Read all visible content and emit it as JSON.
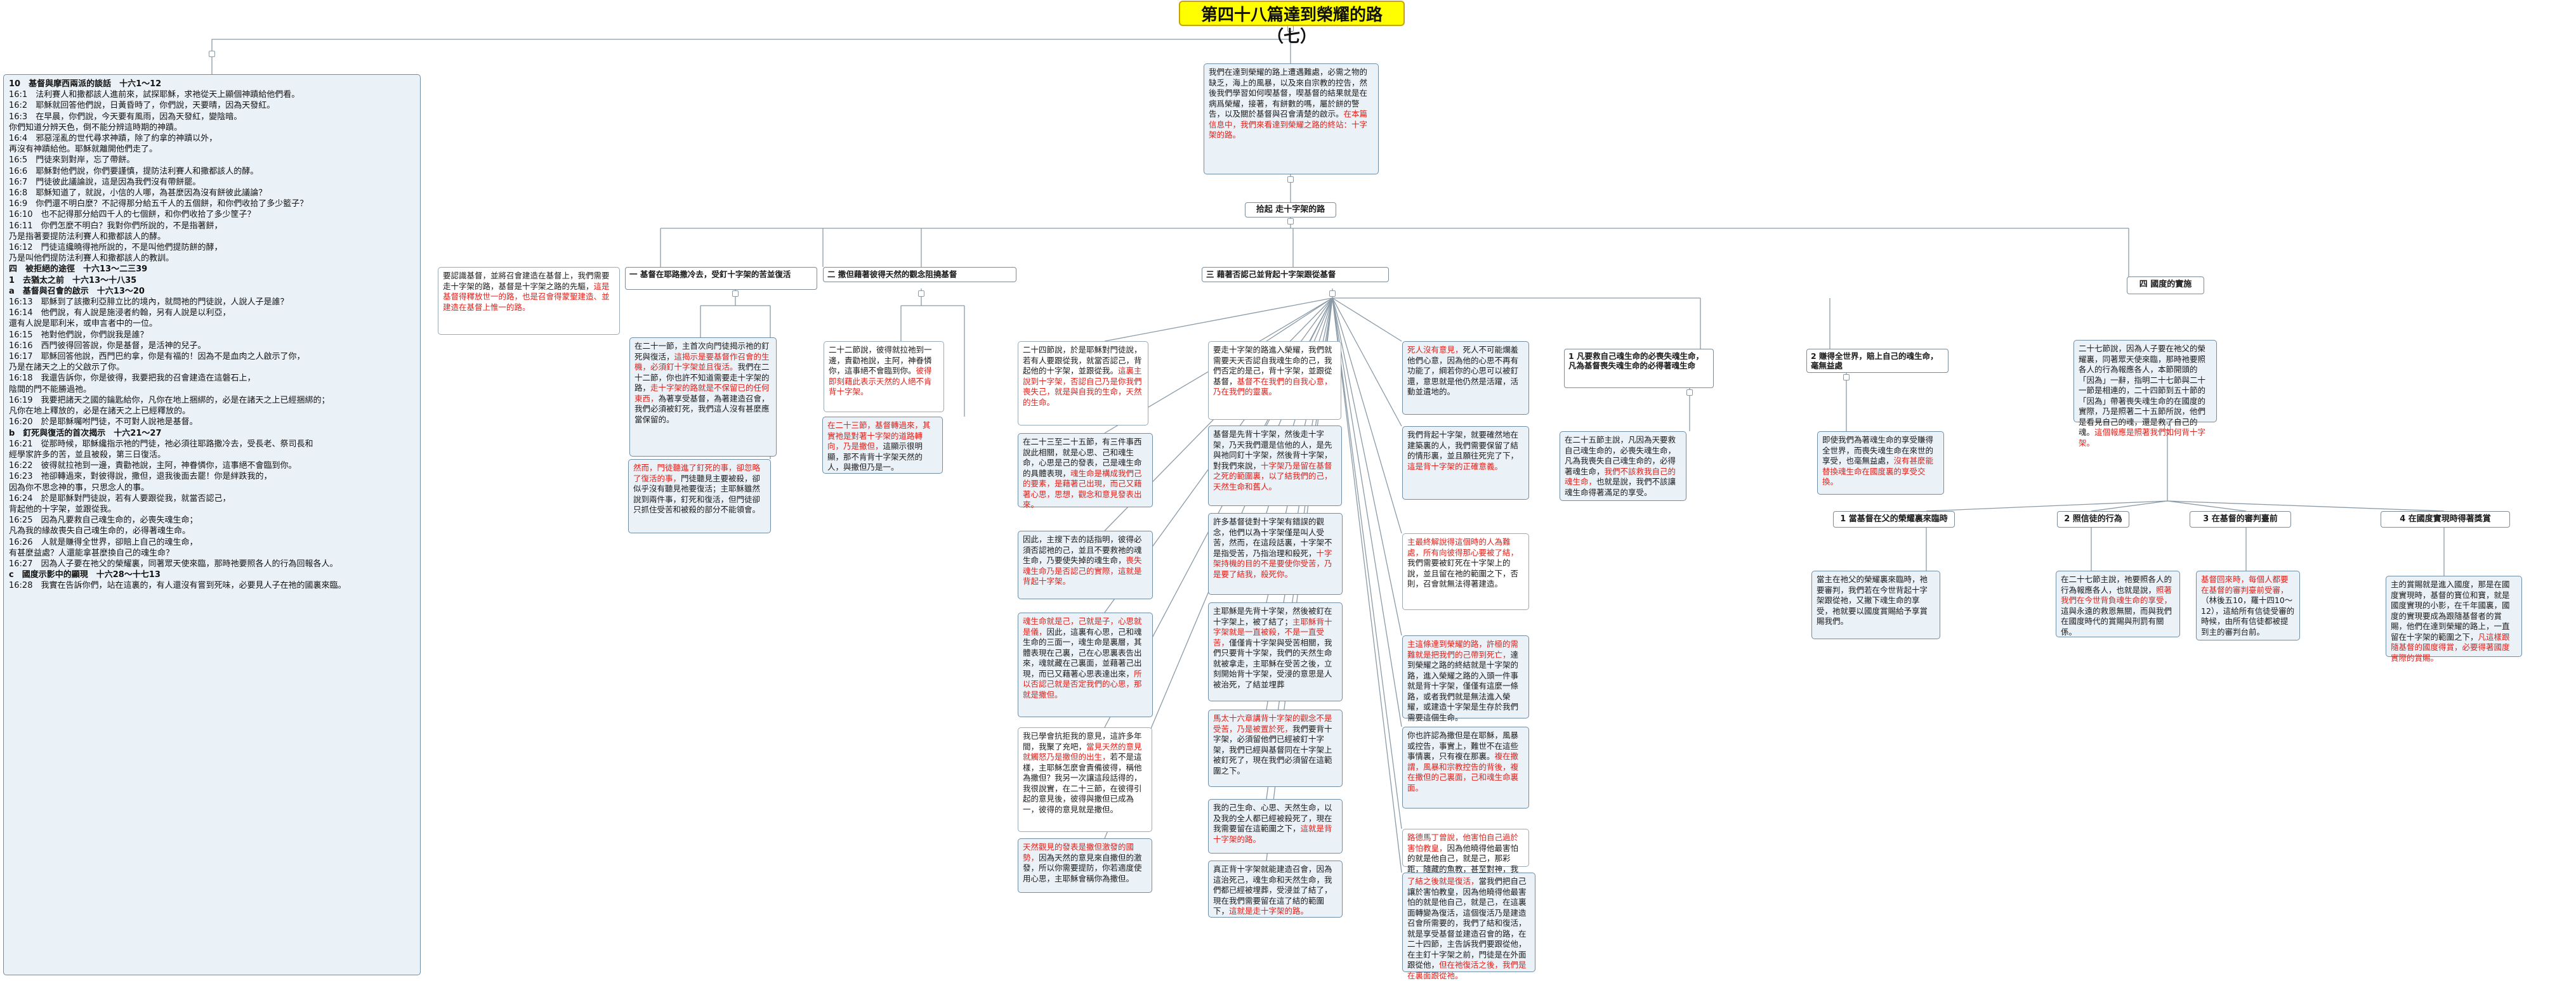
{
  "title": "第四十八篇達到榮耀的路（七）",
  "passage": {
    "lines": [
      {
        "text": "10　基督與摩西兩派的談話　十六1～12",
        "bold": true
      },
      {
        "text": "16:1　法利賽人和撒都該人進前來，試探耶穌，求祂從天上顯個神蹟給他們看。"
      },
      {
        "text": "16:2　耶穌就回答他們說，日黃昏時了，你們說，天要晴，因為天發紅。"
      },
      {
        "text": "16:3　在早晨，你們說，今天要有風雨，因為天發紅，變陰暗。"
      },
      {
        "text": "你們知道分辨天色，倒不能分辨這時期的神蹟。"
      },
      {
        "text": "16:4　邪惡淫亂的世代尋求神蹟，除了約拿的神蹟以外，"
      },
      {
        "text": "再沒有神蹟給他。耶穌就離開他們走了。"
      },
      {
        "text": "16:5　門徒來到對岸，忘了帶餅。"
      },
      {
        "text": "16:6　耶穌對他們說，你們要謹慎，提防法利賽人和撒都該人的酵。"
      },
      {
        "text": "16:7　門徒彼此議論說，這是因為我們沒有帶餅罷。"
      },
      {
        "text": "16:8　耶穌知道了，就說，小信的人哪，為甚麼因為沒有餅彼此議論？"
      },
      {
        "text": "16:9　你們還不明白麼？不記得那分給五千人的五個餅，和你們收拾了多少籃子？"
      },
      {
        "text": "16:10　也不記得那分給四千人的七個餅，和你們收拾了多少筐子？"
      },
      {
        "text": "16:11　你們怎麼不明白？我對你們所說的，不是指著餅，"
      },
      {
        "text": "乃是指著要提防法利賽人和撒都該人的酵。"
      },
      {
        "text": "16:12　門徒這纔曉得祂所說的，不是叫他們提防餅的酵，"
      },
      {
        "text": "乃是叫他們提防法利賽人和撒都該人的教訓。"
      },
      {
        "text": "四　被拒絕的途徑　十六13～二三39",
        "bold": true
      },
      {
        "text": "1　去猶太之前　十六13～十八35",
        "bold": true
      },
      {
        "text": "a　基督與召會的啟示　十六13～20",
        "bold": true
      },
      {
        "text": "16:13　耶穌到了該撒利亞腓立比的境內，就問祂的門徒說，人說人子是誰？"
      },
      {
        "text": "16:14　他們說，有人說是施浸者約翰，另有人說是以利亞，"
      },
      {
        "text": "還有人說是耶利米，或申言者中的一位。"
      },
      {
        "text": "16:15　祂對他們說，你們說我是誰？"
      },
      {
        "text": "16:16　西門彼得回答說，你是基督，是活神的兒子。"
      },
      {
        "text": "16:17　耶穌回答他說，西門巴約拿，你是有福的！因為不是血肉之人啟示了你，"
      },
      {
        "text": "乃是在諸天之上的父啟示了你。"
      },
      {
        "text": "16:18　我還告訴你，你是彼得，我要把我的召會建造在這磐石上，"
      },
      {
        "text": "陰間的門不能勝過祂。"
      },
      {
        "text": "16:19　我要把諸天之國的鑰匙給你，凡你在地上捆綁的，必是在諸天之上已經捆綁的；"
      },
      {
        "text": "凡你在地上釋放的，必是在諸天之上已經釋放的。"
      },
      {
        "text": "16:20　於是耶穌囑咐門徒，不可對人說祂是基督。"
      },
      {
        "text": "b　釘死與復活的首次揭示　十六21～27",
        "bold": true
      },
      {
        "text": "16:21　從那時候，耶穌纔指示祂的門徒，祂必須往耶路撒冷去，受長老、祭司長和"
      },
      {
        "text": "經學家許多的苦，並且被殺，第三日復活。"
      },
      {
        "text": "16:22　彼得就拉祂到一邊，責勸祂說，主阿，神眷憐你，這事絕不會臨到你。"
      },
      {
        "text": "16:23　祂卻轉過來，對彼得說，撒但，退我後面去罷！你是絆跌我的，"
      },
      {
        "text": "因為你不思念神的事，只思念人的事。"
      },
      {
        "text": "16:24　於是耶穌對門徒說，若有人要跟從我，就當否認己，"
      },
      {
        "text": "背起他的十字架，並跟從我。"
      },
      {
        "text": "16:25　因為凡要救自己魂生命的，必喪失魂生命；"
      },
      {
        "text": "凡為我的緣故喪失自己魂生命的，必得著魂生命。"
      },
      {
        "text": "16:26　人就是賺得全世界，卻賠上自己的魂生命，"
      },
      {
        "text": "有甚麼益處？人還能拿甚麼換自己的魂生命？"
      },
      {
        "text": "16:27　因為人子要在祂父的榮耀裏，同著眾天使來臨，那時祂要照各人的行為回報各人。"
      },
      {
        "text": "c　國度示影中的顯現　十六28～十七13",
        "bold": true
      },
      {
        "text": "16:28　我實在告訴你們，站在這裏的，有人還沒有嘗到死味，必要見人子在祂的國裏來臨。"
      }
    ]
  },
  "nodes": {
    "intro": [
      {
        "t": "我們在達到榮耀的路上遭遇難處，必需之物的缺乏，海上的風暴，以及來自宗教的控告，然後我們學習如何喫基督，喫基督的結果就是在病爲榮耀，接著，有餅數的嗎，屬於餅的警告，以及關於基督與召會清楚的啟示。"
      },
      {
        "t": "在本篇信息中，我們來看達到榮耀之路的終站：十字架的路。",
        "r": true
      }
    ],
    "cross": "拾起 走十字架的路",
    "b1": [
      {
        "t": "要認識基督，並將召會建造在基督上，我們需要走十字架的路，基督是十字架之路的先驅，"
      },
      {
        "t": "這是基督得釋放世一的路，也是召會得蒙聖建造、並建造在基督上惟一的路。",
        "r": true
      }
    ],
    "h1": "一 基督在耶路撒冷去，受釘十字架的苦並復活",
    "n1a": [
      {
        "t": "在二十一節，主首次向門徒揭示祂的釘死與復活，"
      },
      {
        "t": "這揭示是要基督作召會的生機，必須釘十字架並且復活。",
        "r": true
      },
      {
        "t": "我們在二十二節，你也許不知道需要走十字架的路，"
      },
      {
        "t": "走十字架的路就是不保留已的任何東西，",
        "r": true
      },
      {
        "t": "為著享受基督，為著建造召會，我們必須被釘死，我們這人沒有甚麼應當保留的。"
      }
    ],
    "n1b": [
      {
        "t": "然而，門徒聽進了釘死的事，",
        "r": true
      },
      {
        "t": "卻忽略了復活的事，",
        "r": true
      },
      {
        "t": "門徒聽見主要被殺，卻似乎沒有聽見祂要復活；主耶穌雖然說到兩件事，釘死和復活，但門徒卻只抓住受苦和被殺的部分不能領會。"
      }
    ],
    "h2": "二 撒但藉著彼得天然的觀念阻撓基督",
    "n2a": [
      {
        "t": "二十二節說，彼得就拉祂到一邊，責勸祂說，主阿，神眷憐你，這事絕不會臨到你。"
      },
      {
        "t": "彼得即刻藉此表示天然的人絕不肯背十字架。",
        "r": true
      }
    ],
    "n2b": [
      {
        "t": "在二十三節，基督轉過來，",
        "r": true
      },
      {
        "t": "其實祂是對著十字架的道路轉向，乃是撒但，",
        "r": true
      },
      {
        "t": "這顯示很明顯，那不肯背十字架天然的人，與撒但乃是一。"
      }
    ],
    "h3": "三 藉著否認己並背起十字架跟從基督",
    "c1": [
      {
        "t": "二十四節說，於是耶穌對門徒說，若有人要跟從我，就當否認己，背起他的十字架，並跟從我。"
      },
      {
        "t": "這裏主說到十字架，否認自己乃是你我們喪失己，",
        "r": true
      },
      {
        "t": "就是與自我的生命，天然的生命。",
        "r": true
      }
    ],
    "c2": [
      {
        "t": "在二十三至二十五節，有三件事西說此相關，就是心思、己和魂生命，心思是己的發表，己是魂生命的具體表現，"
      },
      {
        "t": "魂生命是構成我們己的要素，是藉著己出現，",
        "r": true
      },
      {
        "t": "而己又藉著心思，思想，觀念和意見發表出來。",
        "r": true
      }
    ],
    "c3": [
      {
        "t": "因此，主搜下去的話指明，彼得必須否認祂的己，並且不要救祂的魂生命，乃要使失掉的魂生命，"
      },
      {
        "t": "喪失魂生命乃是否認己的實際，這就是背起十字架。",
        "r": true
      }
    ],
    "c4": [
      {
        "t": "魂生命就是己，己就是子，",
        "r": true
      },
      {
        "t": "心思就是儀，",
        "r": true
      },
      {
        "t": "因此，這裏有心思，己和魂生命的三面一，魂生命是裏層，其體表現在己裏，己在心思裏表告出來，魂就藏在己裏面，並藉著己出現，而已又藉著心思表達出來，"
      },
      {
        "t": "所以否認己就是否定我們的心思，那就是撒但。",
        "r": true
      }
    ],
    "c5": [
      {
        "t": "我已學會抗拒我的意見，這許多年間，我聚了充吧，"
      },
      {
        "t": "當見天然的意見就觸怒乃是撒但的出生，",
        "r": true
      },
      {
        "t": "若不是這樣，主耶穌怎麼會責備彼得，稱他為撒但？我另一次讓這段話得的，我很說實，在二十三節，在彼得引起的意見後，彼得與撒但已成為一，彼得的意見就是撒但。"
      }
    ],
    "c6": [
      {
        "t": "天然觀見的發表是撒但激發的國勢，",
        "r": true
      },
      {
        "t": "因為天然的意見來自撒但的激發，所以你需要提防，你若適度使用心思，主耶穌會稱你為撒但。"
      }
    ],
    "d1": [
      {
        "t": "要走十字架的路進入榮耀，我們就需要天天否認自我魂生命的己，我們否定的是己，背十字架，並跟從基督，"
      },
      {
        "t": "基督不在我們的自我心意，乃在我們的靈裏。",
        "r": true
      }
    ],
    "d2": [
      {
        "t": "基督是先背十字架，然後走十字架，乃天我們還是信他的人，是先與祂同釘十字架，然後背十字架，對我們來說，"
      },
      {
        "t": "十字架乃是留在基督之死的範圍裏，以了結我們的己，天然生命和舊人。",
        "r": true
      }
    ],
    "d3": [
      {
        "t": "許多基督徒對十字架有錯誤的觀念，他們以為十字架僅是叫人受苦，然而，在這段話裏，十字架不是指受苦，乃指治理和殺死，"
      },
      {
        "t": "十字架持機的目的不是要使你受苦，乃是要了結我，殺死你。",
        "r": true
      }
    ],
    "d4": [
      {
        "t": "主耶穌是先背十字架，然後被釘在十字架上，被了結了；"
      },
      {
        "t": "主耶穌背十字架就是一直被殺，不是一直受苦，",
        "r": true
      },
      {
        "t": "僅僅肯十字架與受苦相關，我們只要背十字架，我們的天然生命就被拿走，主耶穌在受苦之後，立刻開始背十字架，受浸的意思是人被治死，了結並埋葬"
      }
    ],
    "d5": [
      {
        "t": "馬太十六章講背十字架的觀念不是受苦，乃是被置於死，",
        "r": true
      },
      {
        "t": "我們要背十字架，必須留他們已經被釘十字架，我們已經與基督同在十字架上被釘死了，現在我們必須留在這範圍之下。"
      }
    ],
    "d6": [
      {
        "t": "我的己生命、心思、天然生命，以及我的全人都已經被殺死了，現在我需要留在這範圍之下，"
      },
      {
        "t": "這就是背十字架的路。",
        "r": true
      }
    ],
    "d7": [
      {
        "t": "真正背十字架就能建造召會，因為這治死己，魂生命和天然生命，我們都已經被埋葬，受浸並了結了，現在我們需要留在這了結的範圍下，"
      },
      {
        "t": "這就是走十字架的路。",
        "r": true
      }
    ],
    "e1": [
      {
        "t": "死人沒有意見，",
        "r": true
      },
      {
        "t": "死人不可能爛羞他們心意，因為他的心思不再有功能了，綱若你的心思可以被釘還，意思就是他仍然是活躍，活動並遺地的。"
      }
    ],
    "e2": [
      {
        "t": "我們背起十字架，就要確然地在建築裏的人，我們需要保留了結的情形裏，並且願往死完了下，"
      },
      {
        "t": "這是背十字架的正確意義。",
        "r": true
      }
    ],
    "e3": [
      {
        "t": "主最終解說得這個時的人為難處，所有向彼得那心要被了結，",
        "r": true
      },
      {
        "t": "我們需要被釘死在十字架上的說，並且留在祂的範圍之下，否則，召會就無法得著建造。"
      }
    ],
    "e4": [
      {
        "t": "主這條達到榮耀的路，許極的需難就是把我們的己帶到死亡，",
        "r": true
      },
      {
        "t": "達到榮耀之路的終結就是十字架的路，進入榮耀之路的入頭一件事就是背十字架，僅僅有這麼一條路，或者我們就是無法進入榮耀，或建造十字架是生存於我們需要這個生命。"
      }
    ],
    "e5": [
      {
        "t": "你也許認為撒但是在耶穌，風暴或控告，事實上，難世不在這些事情裏，只有複在那裏。"
      },
      {
        "t": "複在撒謂，風暴和宗教控告的背後，複在撒但的己裏面，己和魂生命裏面。",
        "r": true
      }
    ],
    "e6": [
      {
        "t": "路德馬丁曾說，",
        "r": true
      },
      {
        "t": "他害怕自己過於害怕教皇，",
        "r": true
      },
      {
        "t": "因為他曉得他最害怕的就是他自己，就是己，那彩距，隨藏的魚教，甚至對神，我說我們自己，因此，在達到榮耀的路上，最後要對付的就是這己。"
      }
    ],
    "e7": [
      {
        "t": "了結之後就是復活，",
        "r": true
      },
      {
        "t": "當我們把自己讓於害怕教皇，因為他曉得他最害怕的就是他自己，就是己，在這裏面轉變為復活，這個復活乃是建造召會所需要的，我們了結和復活，就是享受基督並建造召會的路，在二十四節，主告訴我們要跟從他，在主釘十字架之前，門徒是在外面跟從他，",
        "r": false
      },
      {
        "t": "但在祂復活之後，我們是在裏面跟從祂。",
        "r": true
      }
    ],
    "f1h": "1 凡要救自己魂生命的必喪失魂生命，凡為基督喪失魂生命的必得著魂生命",
    "f1": [
      {
        "t": "在二十五節主說，凡因為天要救自己魂生命的，必喪失魂生命，凡為我喪失自己魂生命的，必得著魂生命，"
      },
      {
        "t": "我們不該救我自己的魂生命，",
        "r": true
      },
      {
        "t": "也就是說，我們不該讓魂生命得著滿足的享受。"
      }
    ],
    "f2h": "2 賺得全世界，賠上自己的魂生命，毫無益處",
    "f2": [
      {
        "t": "即使我們為著魂生命的享受賺得全世界，而喪失魂生命在來世的享受，也毫無益處，"
      },
      {
        "t": "沒有甚麼能替換魂生命在國度裏的享受交換。",
        "r": true
      }
    ],
    "f3h": "四 國度的實施",
    "f3": [
      {
        "t": "二十七節說，因為人子要在祂父的榮耀裏，同著眾天使來臨，那時祂要照各人的行為報應各人，"
      },
      {
        "t": "本節開頭的「因為」一辭，指明二十七節與二十一節是相連的，二十四節到五十節的「因為」帶著喪失魂生命的在國度的實際，乃是照著二十五節所說，他們是看見自己的魂，還是救了自己的魂。"
      },
      {
        "t": "這個報應是照著我們如何背十字架。",
        "r": true
      }
    ],
    "g1h": "1 當基督在父的榮耀裏來臨時",
    "g1": [
      {
        "t": "當主在祂父的榮耀裏來臨時，祂要審判，我們若在今世背起十字架跟從祂，又撇下魂生命的享受，祂就要以國度賞賜給予享賞賜我們。"
      }
    ],
    "g2h": "2 照信徒的行為",
    "g2": [
      {
        "t": "在二十七節主說，祂要照各人的行為報應各人，也就是說，"
      },
      {
        "t": "照著我們在今世背負魂生命的享受，",
        "r": true
      },
      {
        "t": "這與永遠的救恩無關，而與我們在國度時代的賞賜與刑罰有關係。"
      }
    ],
    "g3h": "3 在基督的審判臺前",
    "g3": [
      {
        "t": "基督回來時，",
        "r": true
      },
      {
        "t": "每個人都要在基督的審判臺前受審，",
        "r": true
      },
      {
        "t": "（林後五10，羅十四10～12），這給所有信徒受審的時候，由所有信徒都被提到主的審判台前。"
      }
    ],
    "g4h": "4 在國度實現時得著獎賞",
    "g4": [
      {
        "t": "主的賞賜就是進入國度，那是在國度實現時，基督的寶位和寶，就是國度實現的小影，在千年國裏，國度的實現要成為跟隨基督者的賞賜，他們在達到榮耀的路上，一直留在十字架的範圍之下，"
      },
      {
        "t": "凡這樣跟隨基督的國度得賞，必要得著國度實際的賞賜。",
        "r": true
      }
    ]
  }
}
